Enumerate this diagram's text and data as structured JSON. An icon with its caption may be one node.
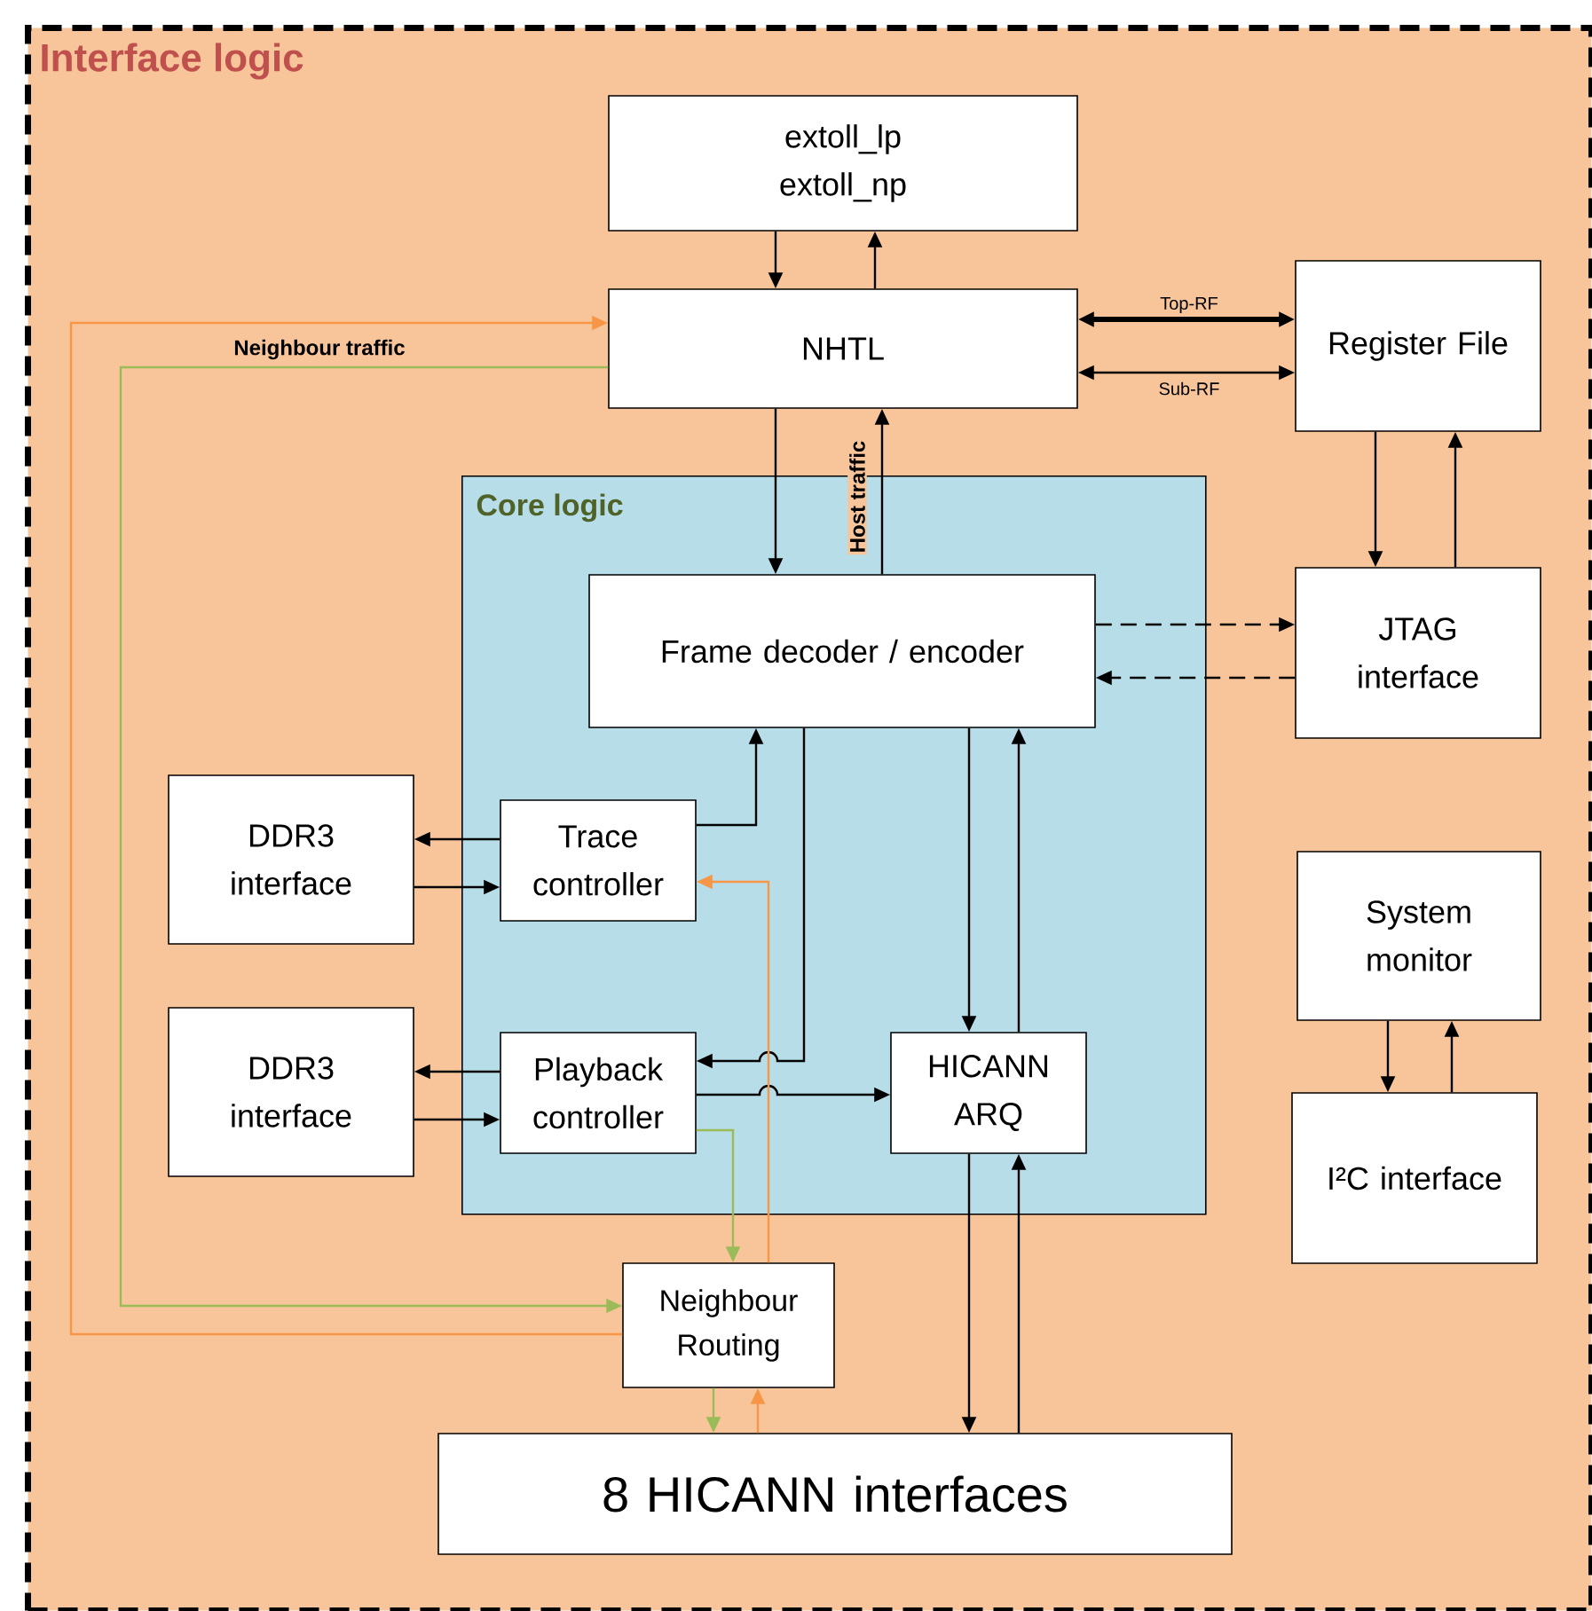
{
  "diagram": {
    "nodes": [
      {
        "text": [
          "Interface logic"
        ]
      },
      {
        "text": [
          "extoll_lp",
          "extoll_np"
        ],
        "in": 0
      },
      {
        "text": [
          "NHTL"
        ],
        "in": 0
      },
      {
        "text": [
          "Register File"
        ],
        "in": 0
      },
      {
        "text": [
          "Core logic"
        ],
        "in": 0
      },
      {
        "text": [
          "Frame decoder / encoder"
        ],
        "in": 4
      },
      {
        "text": [
          "JTAG interface"
        ],
        "in": 0
      },
      {
        "text": [
          "DDR3 interface"
        ],
        "in": 0
      },
      {
        "text": [
          "Trace controller"
        ],
        "in": 4
      },
      {
        "text": [
          "System monitor"
        ],
        "in": 0
      },
      {
        "text": [
          "DDR3 interface"
        ],
        "in": 0
      },
      {
        "text": [
          "Playback controller"
        ],
        "in": 4
      },
      {
        "text": [
          "HICANN ARQ"
        ],
        "in": 4
      },
      {
        "text": [
          "I²C interface"
        ],
        "in": 0
      },
      {
        "text": [
          "Neighbour Routing"
        ],
        "in": 0
      },
      {
        "text": [
          "8 HICANN interfaces"
        ],
        "in": 0
      }
    ],
    "edges": [
      {
        "from": 1,
        "to": 2,
        "arrow": "to"
      },
      {
        "from": 2,
        "to": 1,
        "arrow": "to"
      },
      {
        "from": 2,
        "to": 3,
        "arrow": "both",
        "label": "Top-RF",
        "style": "thick"
      },
      {
        "from": 2,
        "to": 3,
        "arrow": "both",
        "label": "Sub-RF"
      },
      {
        "from": 2,
        "to": 5,
        "arrow": "to"
      },
      {
        "from": 5,
        "to": 2,
        "arrow": "to",
        "label": "Host traffic"
      },
      {
        "from": 3,
        "to": 6,
        "arrow": "to"
      },
      {
        "from": 6,
        "to": 3,
        "arrow": "to"
      },
      {
        "from": 5,
        "to": 6,
        "arrow": "to",
        "style": "dashed"
      },
      {
        "from": 6,
        "to": 5,
        "arrow": "to",
        "style": "dashed"
      },
      {
        "from": 8,
        "to": 7,
        "arrow": "to"
      },
      {
        "from": 7,
        "to": 8,
        "arrow": "to"
      },
      {
        "from": 8,
        "to": 5,
        "arrow": "to"
      },
      {
        "from": 5,
        "to": 11,
        "arrow": "to"
      },
      {
        "from": 5,
        "to": 12,
        "arrow": "to"
      },
      {
        "from": 12,
        "to": 5,
        "arrow": "to"
      },
      {
        "from": 11,
        "to": 10,
        "arrow": "to"
      },
      {
        "from": 10,
        "to": 11,
        "arrow": "to"
      },
      {
        "from": 11,
        "to": 12,
        "arrow": "to"
      },
      {
        "from": 9,
        "to": 13,
        "arrow": "to"
      },
      {
        "from": 13,
        "to": 9,
        "arrow": "to"
      },
      {
        "from": 12,
        "to": 15,
        "arrow": "to"
      },
      {
        "from": 15,
        "to": 12,
        "arrow": "to"
      },
      {
        "from": 11,
        "to": 14,
        "arrow": "to",
        "color": "#9bbb59"
      },
      {
        "from": 14,
        "to": 8,
        "arrow": "to",
        "color": "#f79646"
      },
      {
        "from": 14,
        "to": 2,
        "arrow": "to",
        "color": "#f79646"
      },
      {
        "from": 2,
        "to": 14,
        "arrow": "to",
        "color": "#9bbb59"
      },
      {
        "from": 14,
        "to": 15,
        "arrow": "to",
        "color": "#9bbb59"
      },
      {
        "from": 15,
        "to": 14,
        "arrow": "to",
        "color": "#f79646"
      }
    ],
    "labels": [
      "Neighbour traffic"
    ]
  }
}
